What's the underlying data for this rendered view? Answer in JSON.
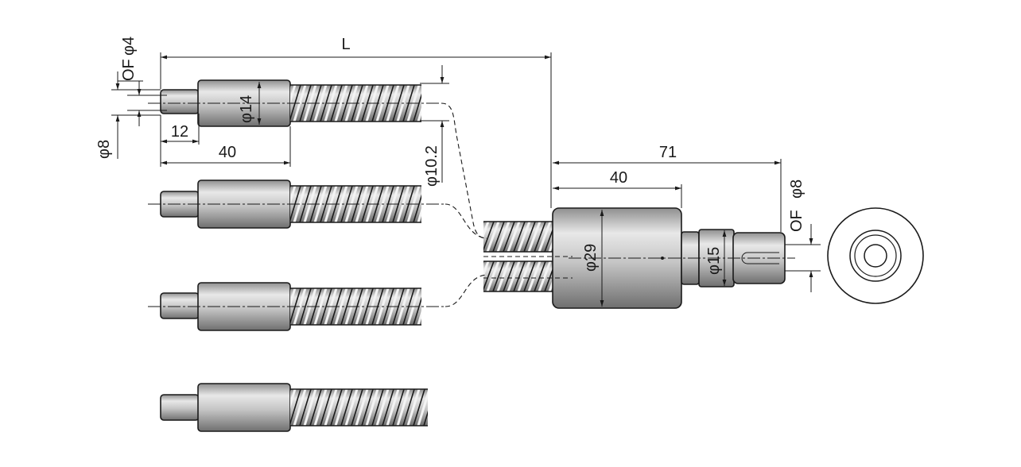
{
  "drawing": {
    "colors": {
      "line": "#1a1a1a",
      "metal": "#c8c8c8",
      "background": "#ffffff"
    },
    "dimensions": {
      "overall_length": "L",
      "of_small": "OF",
      "phi_small": "φ4",
      "phi_8_left": "φ8",
      "phi_14": "φ14",
      "phi_10_2": "φ10.2",
      "len_12": "12",
      "len_40_left": "40",
      "len_71": "71",
      "len_40_right": "40",
      "phi_29": "φ29",
      "phi_15": "φ15",
      "of_right": "OF",
      "phi_8_right": "φ8"
    }
  }
}
